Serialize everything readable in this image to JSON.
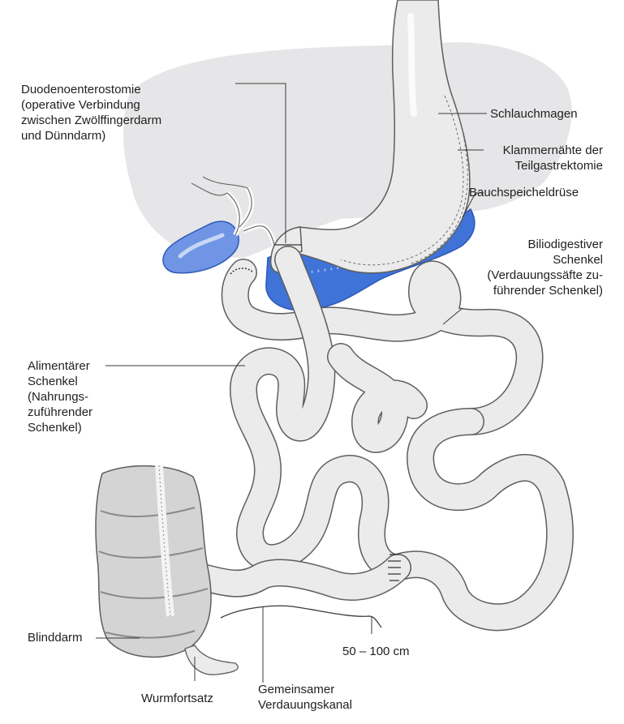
{
  "colors": {
    "liver": "#e6e6e8",
    "organ_blue": "#3f73d8",
    "organ_blue_light": "#9bb8ee",
    "intestine_fill": "#ebebeb",
    "intestine_stroke": "#5e5e5e",
    "leader_line": "#3a3a3a",
    "text": "#1f1f1f",
    "background": "#ffffff"
  },
  "labels": {
    "duodenoenterostomie": {
      "lines": [
        "Duodenoenterostomie",
        "(operative Verbindung",
        "zwischen Zwölffingerdarm",
        "und Dünndarm)"
      ]
    },
    "schlauchmagen": {
      "lines": [
        "Schlauchmagen"
      ]
    },
    "klammernaehte": {
      "lines": [
        "Klammernähte der",
        "Teilgastrektomie"
      ]
    },
    "bauchspeicheldruese": {
      "lines": [
        "Bauchspeicheldrüse"
      ]
    },
    "biliodigestiver": {
      "lines": [
        "Biliodigestiver",
        "Schenkel",
        "(Verdauungssäfte zu-",
        "führender Schenkel)"
      ]
    },
    "alimentaerer": {
      "lines": [
        "Alimentärer",
        "Schenkel",
        "(Nahrungs-",
        "zuführender",
        "Schenkel)"
      ]
    },
    "blinddarm": {
      "lines": [
        "Blinddarm"
      ]
    },
    "wurmfortsatz": {
      "lines": [
        "Wurmfortsatz"
      ]
    },
    "gemeinsamer": {
      "lines": [
        "Gemeinsamer",
        "Verdauungskanal"
      ]
    },
    "laenge": {
      "lines": [
        "50 – 100 cm"
      ]
    }
  }
}
